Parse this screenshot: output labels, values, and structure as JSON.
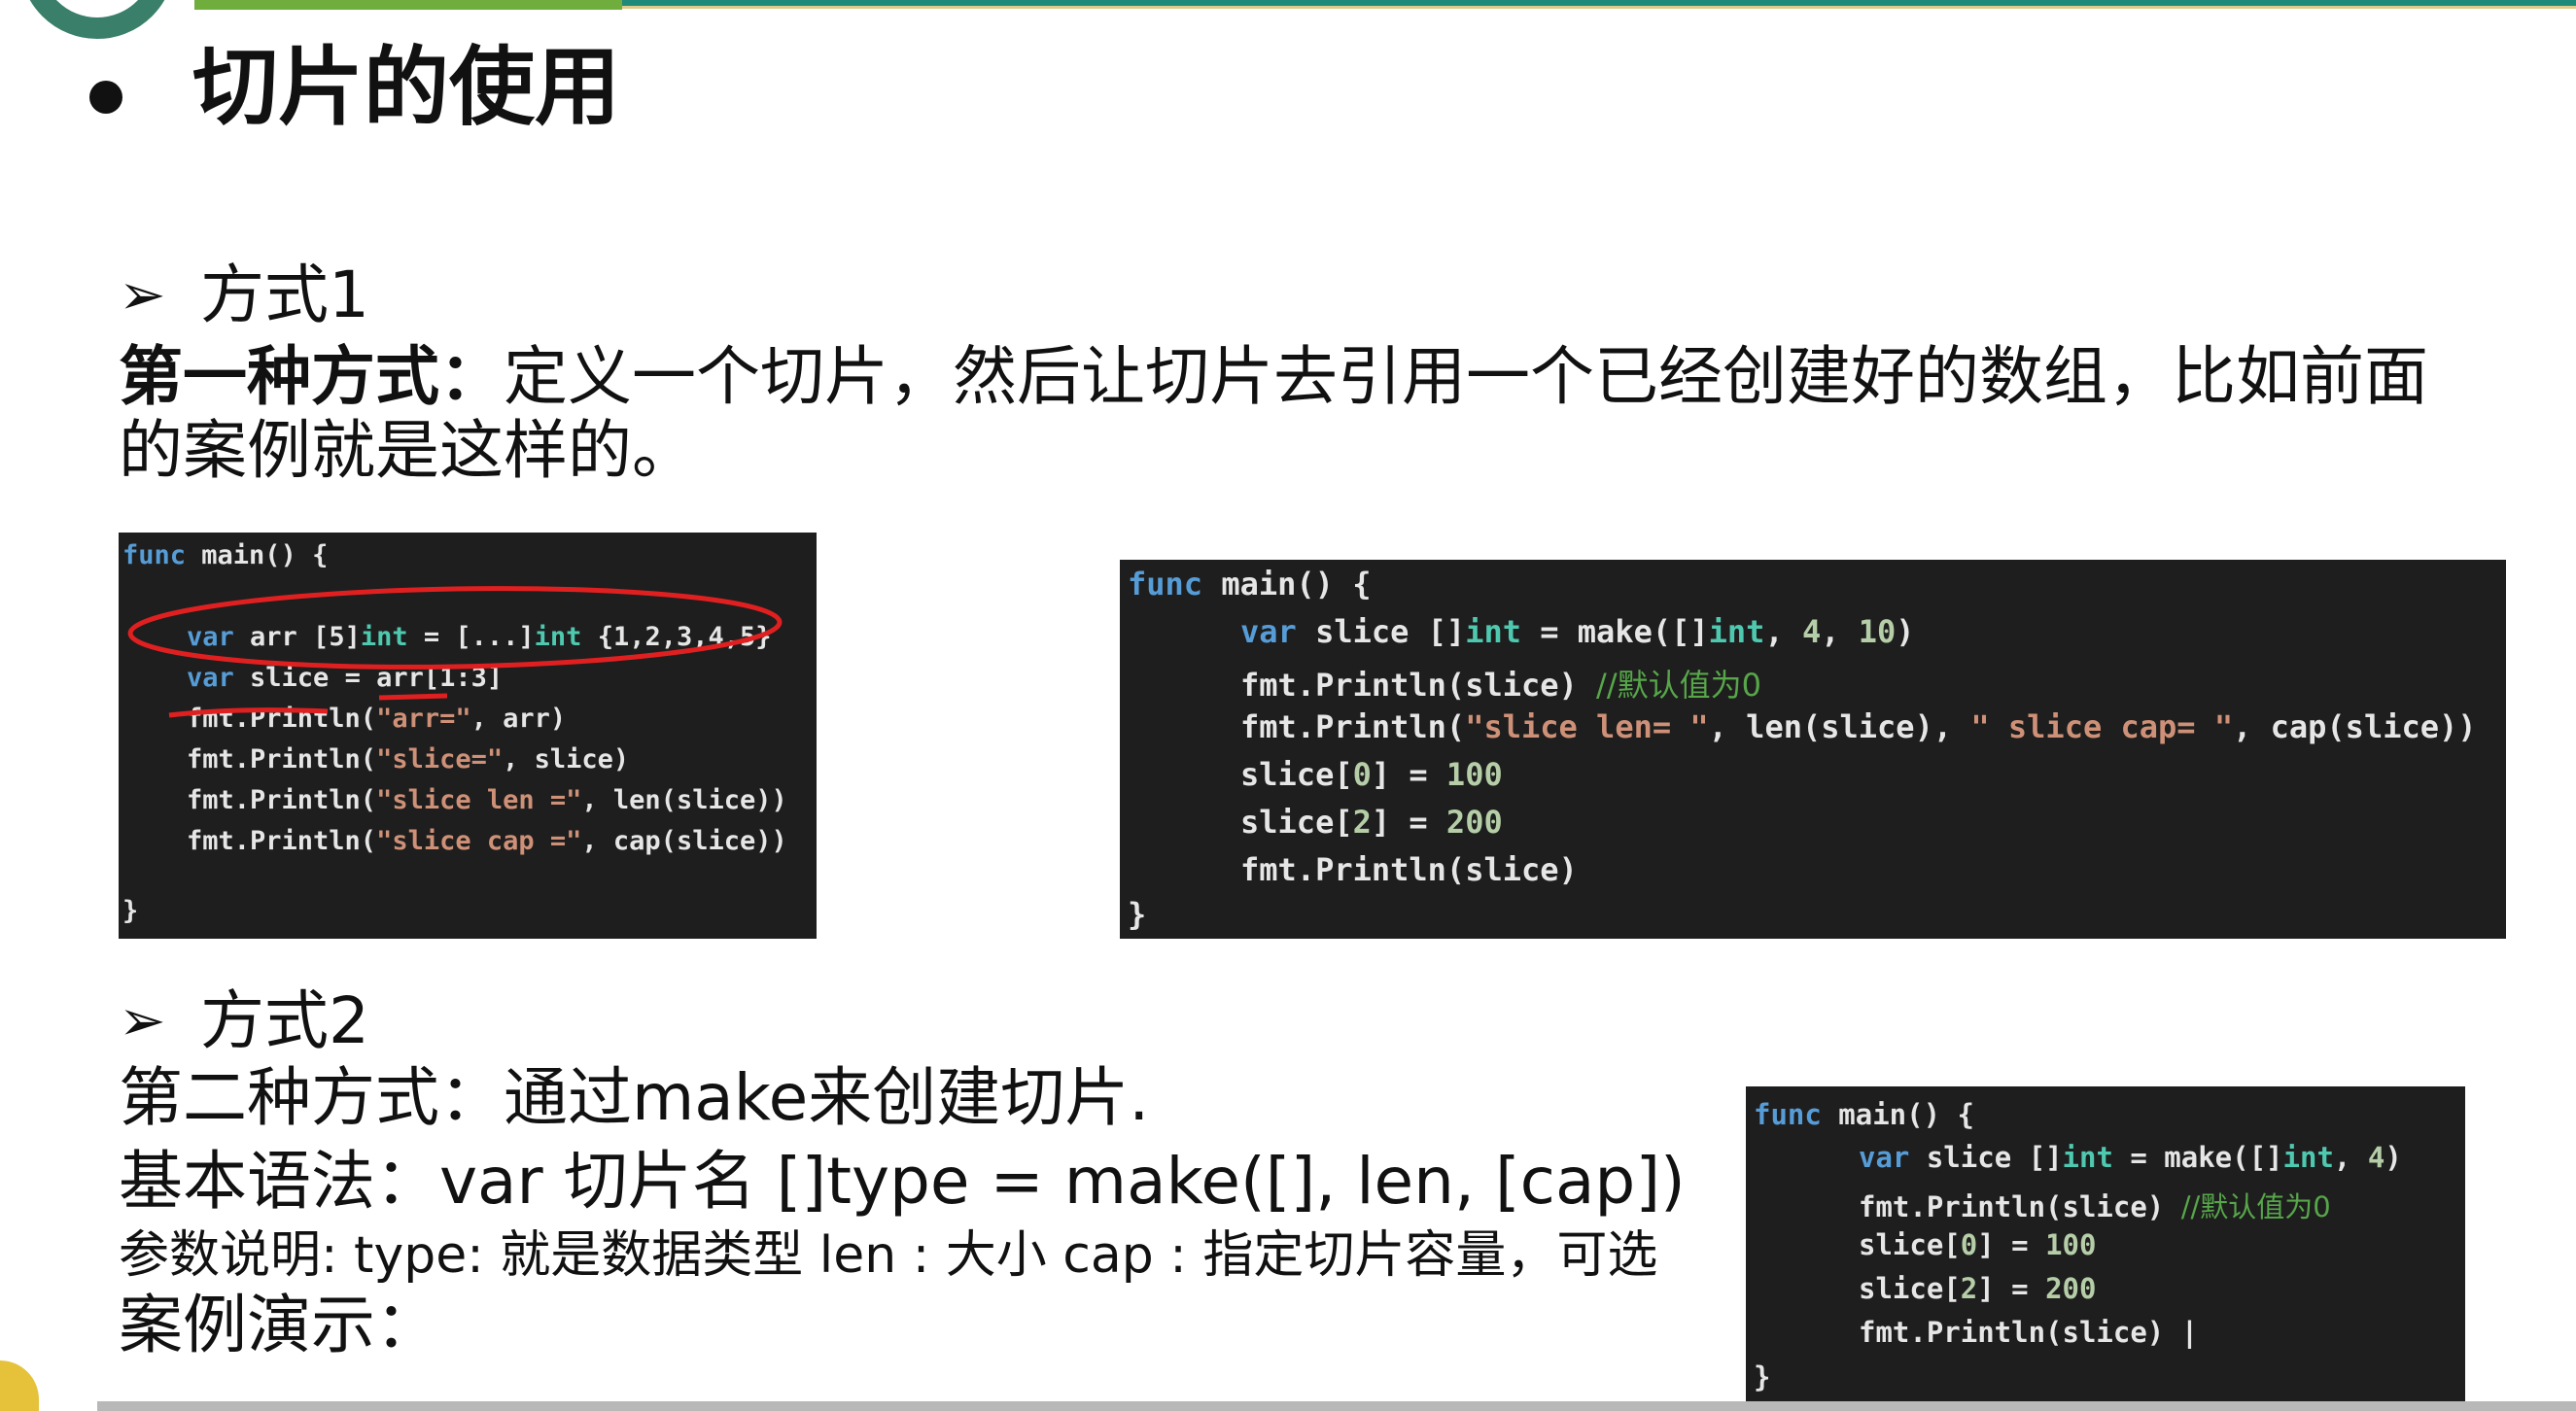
{
  "title": "切片的使用",
  "method1": {
    "heading": "方式1",
    "label": "第一种方式：",
    "desc_line1": "定义一个切片，然后让切片去引用一个已经创建好的数组，比如前面",
    "desc_line2": "的案例就是这样的。",
    "code_left": [
      "func main() {",
      "",
      "    var arr [5]int = [...]int {1,2,3,4,5}",
      "    var slice = arr[1:3]",
      "    fmt.Println(\"arr=\", arr)",
      "    fmt.Println(\"slice=\", slice)",
      "    fmt.Println(\"slice len =\", len(slice))",
      "    fmt.Println(\"slice cap =\", cap(slice))",
      "",
      "}"
    ],
    "code_right": [
      "func main() {",
      "    var slice []int = make([]int, 4, 10)",
      "    fmt.Println(slice) //默认值为0",
      "    fmt.Println(\"slice len= \", len(slice), \" slice cap= \", cap(slice))",
      "    slice[0] = 100",
      "    slice[2] = 200",
      "    fmt.Println(slice)",
      "}"
    ]
  },
  "method2": {
    "heading": "方式2",
    "line1": "第二种方式：通过make来创建切片.",
    "line2": "基本语法：var 切片名 []type = make([], len, [cap])",
    "line3": "参数说明: type: 就是数据类型  len : 大小  cap :  指定切片容量，可选",
    "line4": "案例演示：",
    "code": [
      "func main() {",
      "    var slice []int = make([]int, 4)",
      "    fmt.Println(slice) //默认值为0",
      "    slice[0] = 100",
      "    slice[2] = 200",
      "    fmt.Println(slice) |",
      "}"
    ]
  },
  "colors": {
    "code_bg": "#1e1e1e",
    "keyword": "#569cd6",
    "type": "#4ec9b0",
    "string": "#ce9178",
    "comment": "#57a64a",
    "annotation": "#e02020"
  }
}
